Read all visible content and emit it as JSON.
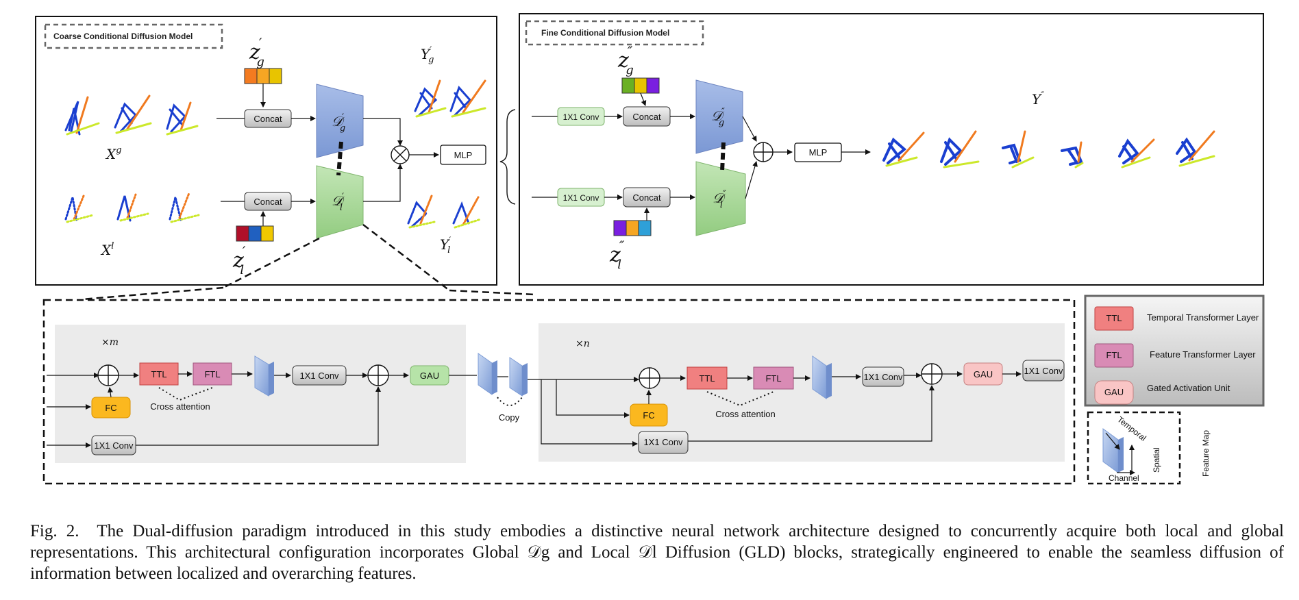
{
  "coarse": {
    "title": "Coarse Conditional Diffusion Model",
    "zg": "z",
    "zg_sub": "g",
    "zg_sup": "′",
    "zl": "z",
    "zl_sub": "l",
    "zl_sup": "′",
    "concat": "Concat",
    "dg": "𝒟",
    "dg_sub": "g",
    "dg_sup": "′",
    "dl": "𝒟",
    "dl_sub": "l",
    "dl_sup": "′",
    "xg": "X",
    "xg_sup": "g",
    "xl": "X",
    "xl_sup": "l",
    "yg": "Y",
    "yg_sub": "g",
    "yg_sup": "′",
    "yl": "Y",
    "yl_sub": "l",
    "yl_sup": "′",
    "mlp": "MLP"
  },
  "fine": {
    "title": "Fine Conditional Diffusion Model",
    "conv": "1X1 Conv",
    "concat": "Concat",
    "zg": "z",
    "zg_sub": "g",
    "zg_sup": "″",
    "zl": "z",
    "zl_sub": "l",
    "zl_sup": "″",
    "dg": "𝒟",
    "dg_sub": "g",
    "dg_sup": "″",
    "dl": "𝒟",
    "dl_sub": "l",
    "dl_sup": "″",
    "y": "Y",
    "y_sup": "″",
    "mlp": "MLP"
  },
  "gld": {
    "times_m": "×m",
    "times_n": "×n",
    "ttl": "TTL",
    "ftl": "FTL",
    "fc": "FC",
    "conv": "1X1 Conv",
    "gau": "GAU",
    "cross_attention": "Cross attention",
    "copy": "Copy"
  },
  "legend": {
    "items": [
      {
        "abbr": "TTL",
        "text": "Temporal Transformer Layer",
        "color": "#f08080"
      },
      {
        "abbr": "FTL",
        "text": "Feature Transformer Layer",
        "color": "#d98bb5"
      },
      {
        "abbr": "GAU",
        "text": "Gated Activation Unit",
        "color": "#f9c5c5"
      }
    ],
    "feature_map": {
      "temporal": "Temporal",
      "spatial": "Spatial",
      "channel": "Channel",
      "title": "Feature Map"
    }
  },
  "caption": {
    "fig": "Fig. 2.",
    "text": "The Dual-diffusion paradigm introduced in this study embodies a distinctive neural network architecture designed to concurrently acquire both local and global representations. This architectural configuration incorporates Global 𝒟g and Local 𝒟l Diffusion (GLD) blocks, strategically engineered to enable the seamless diffusion of information between localized and overarching features."
  },
  "colors": {
    "blue_trap": "#8fa8dc",
    "green_trap": "#a9d89a",
    "concat": "#d0d0d0",
    "conv_green": "#d7f0d0",
    "gau_green": "#b6e3a8",
    "fc": "#fbb81f",
    "ttl": "#f08080",
    "ftl": "#d98bb5",
    "gau_pink": "#f9c5c5",
    "panel_gray": "#ebebeb"
  },
  "condition_colors": {
    "coarse_zg": [
      "#f47b20",
      "#f6a623",
      "#e8c400"
    ],
    "coarse_zl": [
      "#b0102a",
      "#2060c0",
      "#f0c800"
    ],
    "fine_zg": [
      "#6ab023",
      "#e8c400",
      "#7a1fe0"
    ],
    "fine_zl": [
      "#7a1fe0",
      "#f6a623",
      "#2ea0d8"
    ]
  }
}
